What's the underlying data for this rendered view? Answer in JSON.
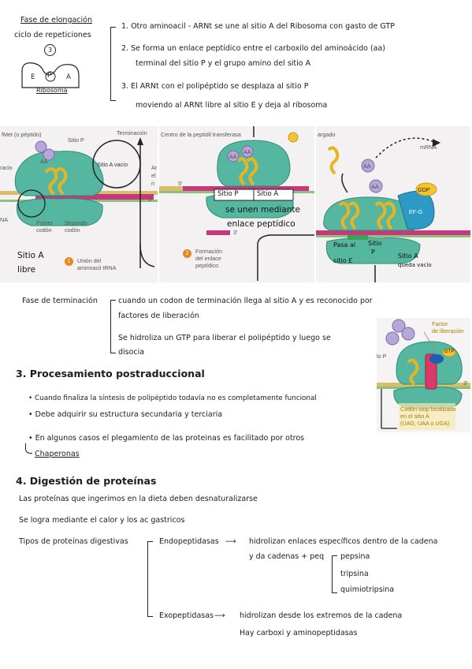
{
  "elongation": {
    "title": "Fase de elongación",
    "subtitle": "ciclo de repeticiones",
    "repeat_symbol": "3",
    "ribosome": {
      "sites": [
        "E",
        "P",
        "A"
      ],
      "label": "Ribosoma"
    },
    "steps": [
      "1. Otro aminoacil - ARNt se une al sitio A del Ribosoma con gasto de GTP",
      "2. Se forma un enlace peptídico entre el carboxilo del aminoácido (aa)",
      "terminal del sitio P y el grupo amino del sitio A",
      "3. El ARNt con el polipéptido se desplaza al sitio P",
      "moviendo al ARNt libre al sitio E y deja al ribosoma"
    ]
  },
  "figure_panel1": {
    "labels": [
      "fMet (o péptido)",
      "Sitio P",
      "Terminación",
      "racio",
      "NA",
      "Primer",
      "codón",
      "Segundo",
      "codón",
      "Ar",
      "el",
      "ri",
      "AA",
      "3'"
    ],
    "callout": "Sitio A vacío",
    "handwritten": [
      "Sitio A",
      "libre"
    ],
    "legend_number": "1",
    "legend": [
      "Unión del",
      "aminoacil tRNA"
    ]
  },
  "figure_panel2": {
    "labels": [
      "Centro de la peptidil transferasa",
      "AA",
      "AA",
      "5'",
      "3'"
    ],
    "handwritten": [
      "Sitio P",
      "Sitio A",
      "se unen mediante",
      "enlace peptídico"
    ],
    "legend_number": "2",
    "legend": [
      "Formación",
      "del enlace",
      "peptídico"
    ]
  },
  "figure_panel3": {
    "labels": [
      "argado",
      "mRNA",
      "AA",
      "AA",
      "GDP",
      "EF-G"
    ],
    "handwritten": [
      "Pasa al",
      "sitio E",
      "Sitio",
      "P",
      "Sitio A",
      "queda vacío"
    ]
  },
  "termination": {
    "title": "Fase de terminación",
    "items": [
      "cuando un codon de terminación llega al sitio A y es reconocido por",
      "factores de liberación",
      "Se hidroliza un GTP para liberar el polipéptido y luego se",
      "disocia"
    ],
    "figure": {
      "labels": [
        "Factor",
        "de liberación",
        "GTP",
        "lo P",
        "3'"
      ],
      "caption": [
        "Codón stop localizado",
        "en el sitio A",
        "(UAG, UAA o UGA)"
      ]
    }
  },
  "processing": {
    "title": "3. Procesamiento postraduccional",
    "items": [
      "• Cuando finaliza la síntesis de polipéptido todavía no es completamente funcional",
      "• Debe adquirir su estructura secundaria y terciaria",
      "• En algunos casos el plegamiento de las proteinas es facilitado por otros"
    ],
    "chaperones": "Chaperonas"
  },
  "digestion": {
    "title": "4. Digestión de proteínas",
    "lines": [
      "Las proteínas que ingerimos en la dieta deben desnaturalizarse",
      "Se logra mediante el calor y los ac gastricos"
    ],
    "types_label": "Tipos de proteínas digestivas",
    "endo": {
      "name": "Endopeptidasas",
      "desc1": "hidrolizan enlaces específicos dentro de la cadena",
      "desc2": "y da cadenas + peq",
      "examples": [
        "pepsina",
        "tripsina",
        "quimiotripsina"
      ]
    },
    "exo": {
      "name": "Exopeptidasas",
      "desc1": "hidrolizan desde los extremos de la cadena",
      "desc2": "Hay carboxi y aminopeptidasas"
    }
  }
}
